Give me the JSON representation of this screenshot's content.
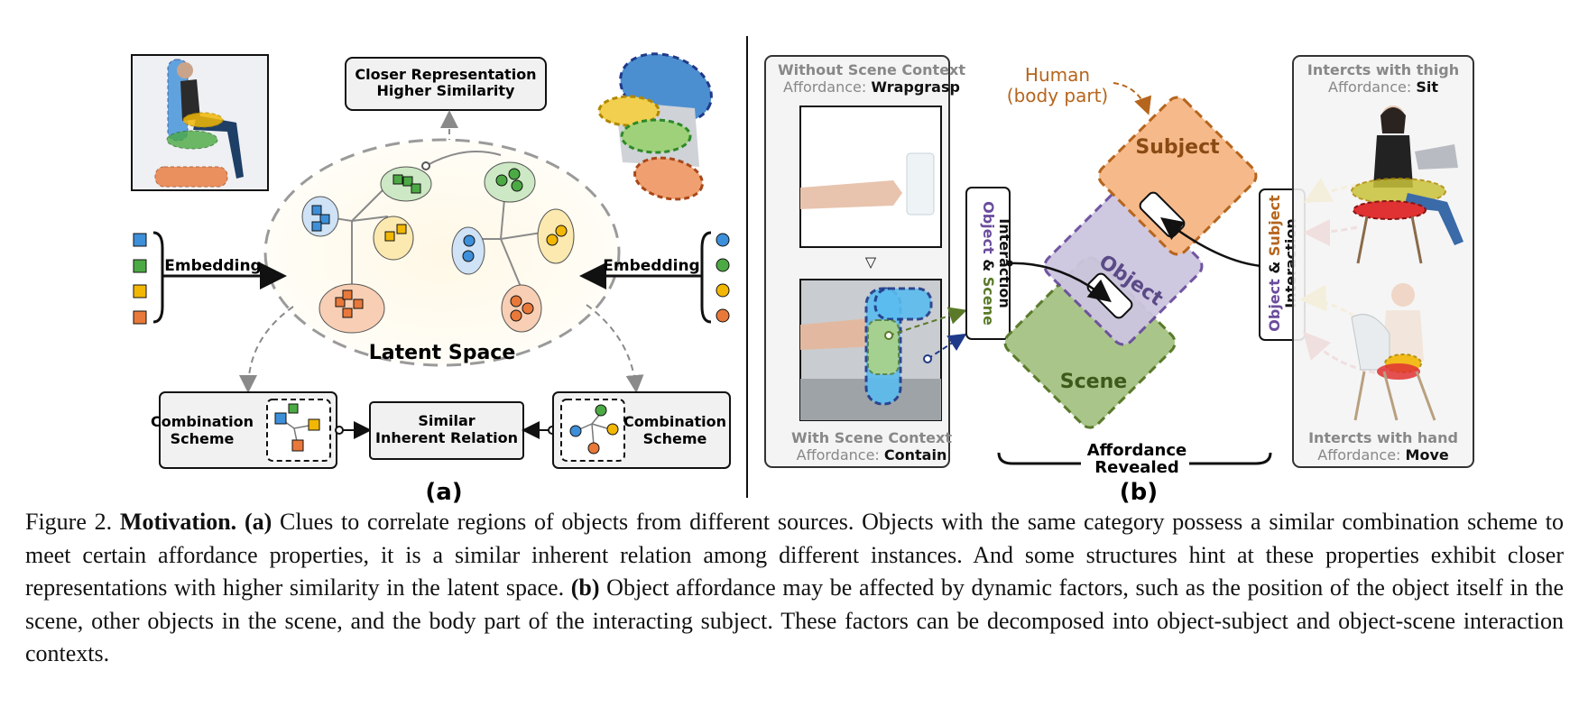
{
  "figure": {
    "panel_a": {
      "label": "(a)",
      "top_box": [
        "Closer Representation",
        "Higher Similarity"
      ],
      "embedding_left": "Embedding",
      "embedding_right": "Embedding",
      "latent_space": "Latent Space",
      "combination_left": [
        "Combination",
        "Scheme"
      ],
      "combination_right": [
        "Combination",
        "Scheme"
      ],
      "similar_relation": [
        "Similar",
        "Inherent Relation"
      ],
      "colors": {
        "blue": "#3d8fd9",
        "green": "#4caa44",
        "yellow": "#f2b705",
        "orange": "#e8793a"
      }
    },
    "panel_b": {
      "label": "(b)",
      "without_title": "Without Scene Context",
      "without_aff_label": "Affordance:",
      "without_aff_value": "Wrapgrasp",
      "with_title": "With Scene Context",
      "with_aff_label": "Affordance:",
      "with_aff_value": "Contain",
      "interaction_left": {
        "object": "Object",
        "amp": "&",
        "scene": "Scene",
        "interaction": "Interaction"
      },
      "interaction_right": {
        "object": "Object",
        "amp": "&",
        "subject": "Subject",
        "interaction": "Interaction"
      },
      "human_label": [
        "Human",
        "(body part)"
      ],
      "subject": "Subject",
      "object": "Object",
      "scene": "Scene",
      "affordance_revealed": [
        "Affordance",
        "Revealed"
      ],
      "thigh_title": "Intercts with thigh",
      "thigh_aff_label": "Affordance:",
      "thigh_aff_value": "Sit",
      "hand_title": "Intercts with hand",
      "hand_aff_label": "Affordance:",
      "hand_aff_value": "Move",
      "colors": {
        "subject": "#f6b98a",
        "object": "#cdc6e0",
        "scene": "#a9c58a",
        "human_text": "#b5651d"
      }
    }
  },
  "caption": {
    "figure_label": "Figure 2.",
    "heading": "Motivation.",
    "a_label": "(a)",
    "a_text": "Clues to correlate regions of objects from different sources. Objects with the same category possess a similar combination scheme to meet certain affordance properties, it is a similar inherent relation among different instances. And some structures hint at these properties exhibit closer representations with higher similarity in the latent space.",
    "b_label": "(b)",
    "b_text": "Object affordance may be affected by dynamic factors, such as the position of the object itself in the scene, other objects in the scene, and the body part of the interacting subject. These factors can be decomposed into object-subject and object-scene interaction contexts."
  }
}
